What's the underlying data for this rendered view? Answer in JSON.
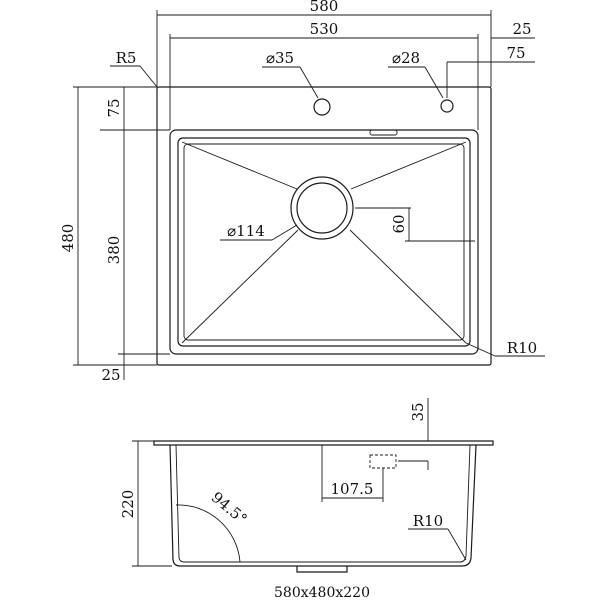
{
  "top_view": {
    "overall_width": "580",
    "inner_width": "530",
    "right_margin": "25",
    "tap_offset": "75",
    "corner_radius_outer": "R5",
    "hole_left": "⌀35",
    "hole_right": "⌀28",
    "top_margin": "75",
    "overall_depth": "480",
    "inner_depth": "380",
    "drain": "⌀114",
    "drain_offset": "60",
    "corner_radius_inner": "R10",
    "bottom_margin": "25"
  },
  "side_view": {
    "flange_height": "35",
    "height": "220",
    "overflow_offset": "107.5",
    "wall_angle": "94.5°",
    "bottom_radius": "R10"
  },
  "caption": "580x480x220"
}
